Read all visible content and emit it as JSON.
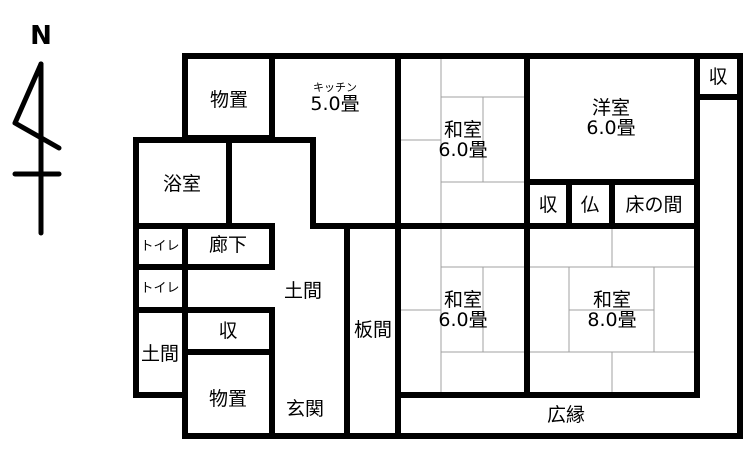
{
  "compass": {
    "north_label": "N"
  },
  "rooms": {
    "storage_top": {
      "name": "物置"
    },
    "kitchen": {
      "name": "キッチン",
      "size": "5.0畳"
    },
    "washitsu_top": {
      "name": "和室",
      "size": "6.0畳"
    },
    "youshitsu": {
      "name": "洋室",
      "size": "6.0畳"
    },
    "closet_far": {
      "name": "収"
    },
    "bath": {
      "name": "浴室"
    },
    "closet_mid": {
      "name": "収"
    },
    "butsudan": {
      "name": "仏"
    },
    "tokonoma": {
      "name": "床の間"
    },
    "toilet1": {
      "name": "トイレ"
    },
    "hallway": {
      "name": "廊下"
    },
    "toilet2": {
      "name": "トイレ"
    },
    "doma_center": {
      "name": "土間"
    },
    "itama": {
      "name": "板間"
    },
    "washitsu_bottom": {
      "name": "和室",
      "size": "6.0畳"
    },
    "washitsu_8": {
      "name": "和室",
      "size": "8.0畳"
    },
    "closet_low": {
      "name": "収"
    },
    "doma_left": {
      "name": "土間"
    },
    "storage_bottom": {
      "name": "物置"
    },
    "genkan": {
      "name": "玄関"
    },
    "hiroen": {
      "name": "広縁"
    }
  },
  "colors": {
    "wall": "#000000",
    "tatami_line": "#a0a0a0",
    "background": "#ffffff"
  }
}
